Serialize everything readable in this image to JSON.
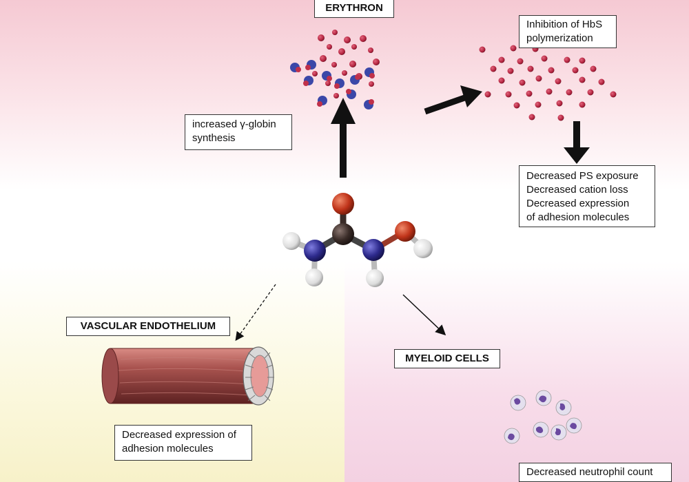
{
  "labels": {
    "erythron": "ERYTHRON",
    "vascular": "VASCULAR ENDOTHELIUM",
    "myeloid": "MYELOID CELLS"
  },
  "boxes": {
    "gamma": [
      "increased γ-globin",
      "synthesis"
    ],
    "hbs": [
      "Inhibition of HbS",
      "polymerization"
    ],
    "ps": [
      "Decreased PS exposure",
      "Decreased cation loss",
      "Decreased expression",
      "of adhesion molecules"
    ],
    "endo": [
      "Decreased expression of",
      "adhesion molecules"
    ],
    "neutrophil": "Decreased neutrophil count"
  },
  "colors": {
    "rbc": "#b3243f",
    "blue_cell": "#3b47a8",
    "oxygen": "#c0341a",
    "nitrogen": "#2d2a8c",
    "carbon": "#3a2c28",
    "hydrogen": "#e9e9e9",
    "vessel": "#9a4a4a"
  }
}
